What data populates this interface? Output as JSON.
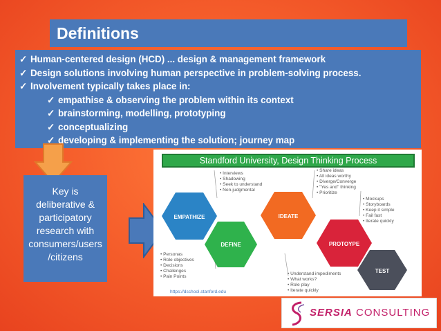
{
  "title": "Definitions",
  "bullets": [
    {
      "text": "Human-centered design (HCD) ... design & management framework",
      "level": 0
    },
    {
      "text": "Design solutions involving human perspective in problem-solving process.",
      "level": 0
    },
    {
      "text": "Involvement typically takes place in:",
      "level": 0
    },
    {
      "text": "empathise & observing the problem within its context",
      "level": 1
    },
    {
      "text": "brainstorming,  modelling, prototyping",
      "level": 1
    },
    {
      "text": "conceptualizing",
      "level": 1
    },
    {
      "text": "developing & implementing the solution; journey map",
      "level": 1
    }
  ],
  "key_box": {
    "lines": [
      "Key is",
      "deliberative &",
      "participatory",
      "research with",
      "consumers/users",
      "/citizens"
    ]
  },
  "diagram": {
    "title": "Standford University, Design Thinking Process",
    "stages": [
      "EMPATHIZE",
      "DEFINE",
      "IDEATE",
      "PROTOYPE",
      "TEST"
    ],
    "stage_colors": [
      "#2b84c6",
      "#2fb24c",
      "#f26a22",
      "#d9233a",
      "#4b4f5b"
    ],
    "empathize_notes": [
      "Interviews",
      "Shadowing",
      "Seek to understand",
      "Non-judgmental"
    ],
    "define_notes": [
      "Personas",
      "Role objectives",
      "Decisions",
      "Challenges",
      "Pain Points"
    ],
    "ideate_notes": [
      "Share ideas",
      "All ideas worthy",
      "Diverge/Converge",
      "\"Yes and\" thinking",
      "Prioritize"
    ],
    "prototype_notes": [
      "Mockups",
      "Storyboards",
      "Keep it simple",
      "Fail fast",
      "Iterate quickly"
    ],
    "test_notes": [
      "Understand impediments",
      "What works?",
      "Role play",
      "Iterate quickly"
    ],
    "url": "https://dschool.stanford.edu"
  },
  "logo": {
    "part1": "SERSIA",
    "part2": "CONSULTING",
    "color": "#c21f68"
  }
}
